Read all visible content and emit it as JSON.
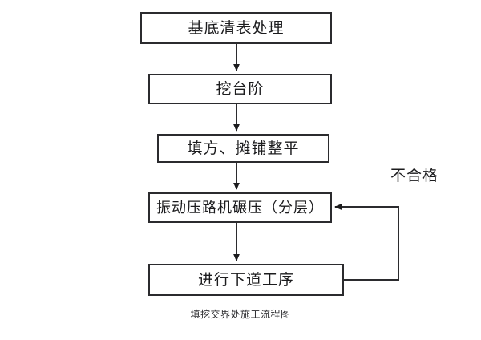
{
  "diagram": {
    "title": "填挖交界处施工流程图",
    "type": "flowchart",
    "orientation": "vertical",
    "colors": {
      "stroke": "#2b2b2e",
      "box_fill": "#ffffff",
      "text": "#1c1c1e",
      "background": "#ffffff"
    },
    "nodes": [
      {
        "id": "node-1",
        "label": "基底清表处理"
      },
      {
        "id": "node-2",
        "label": "挖台阶"
      },
      {
        "id": "node-3",
        "label": "填方、摊铺整平"
      },
      {
        "id": "node-4",
        "label": "振动压路机碾压（分层）"
      },
      {
        "id": "node-5",
        "label": "进行下道工序"
      }
    ],
    "edges": [
      {
        "from": "node-1",
        "to": "node-2",
        "label": "",
        "arrow": true
      },
      {
        "from": "node-2",
        "to": "node-3",
        "label": "",
        "arrow": true
      },
      {
        "from": "node-3",
        "to": "node-4",
        "label": "",
        "arrow": true
      },
      {
        "from": "node-4",
        "to": "node-5",
        "label": "",
        "arrow": true
      },
      {
        "from": "node-5",
        "to": "node-4",
        "label": "不合格",
        "arrow": true,
        "style": "feedback-loop-right"
      }
    ],
    "loop_label": "不合格",
    "caption": "填挖交界处施工流程图"
  }
}
